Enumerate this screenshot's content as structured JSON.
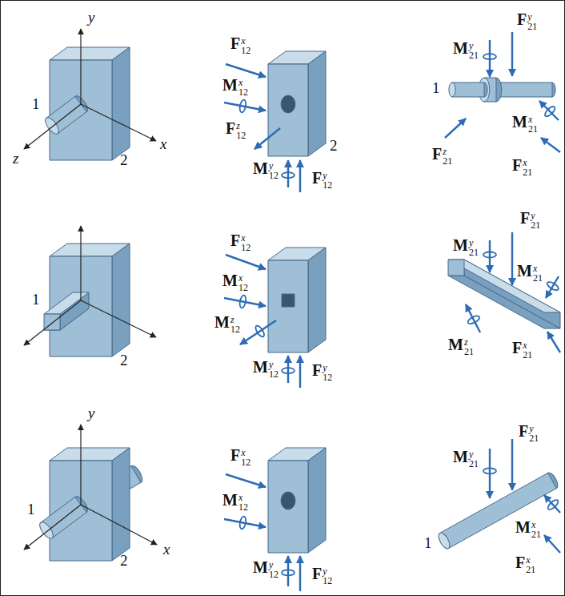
{
  "diagram": {
    "labels": [
      "y",
      "z",
      "x",
      "1",
      "2",
      "F12x",
      "M12x",
      "F12z",
      "M12y",
      "F12y",
      "2",
      "M21y",
      "F21y",
      "1",
      "M21x",
      "F21z",
      "F21x",
      "1",
      "2",
      "F12x",
      "M12x",
      "M12z",
      "M12y",
      "F12y",
      "F21y",
      "M21y",
      "M21x",
      "F21x",
      "M21z",
      "y",
      "x",
      "1",
      "2",
      "F12x",
      "M12x",
      "M12y",
      "F12y",
      "F21y",
      "M21y",
      "1",
      "M21x",
      "F21x"
    ]
  }
}
